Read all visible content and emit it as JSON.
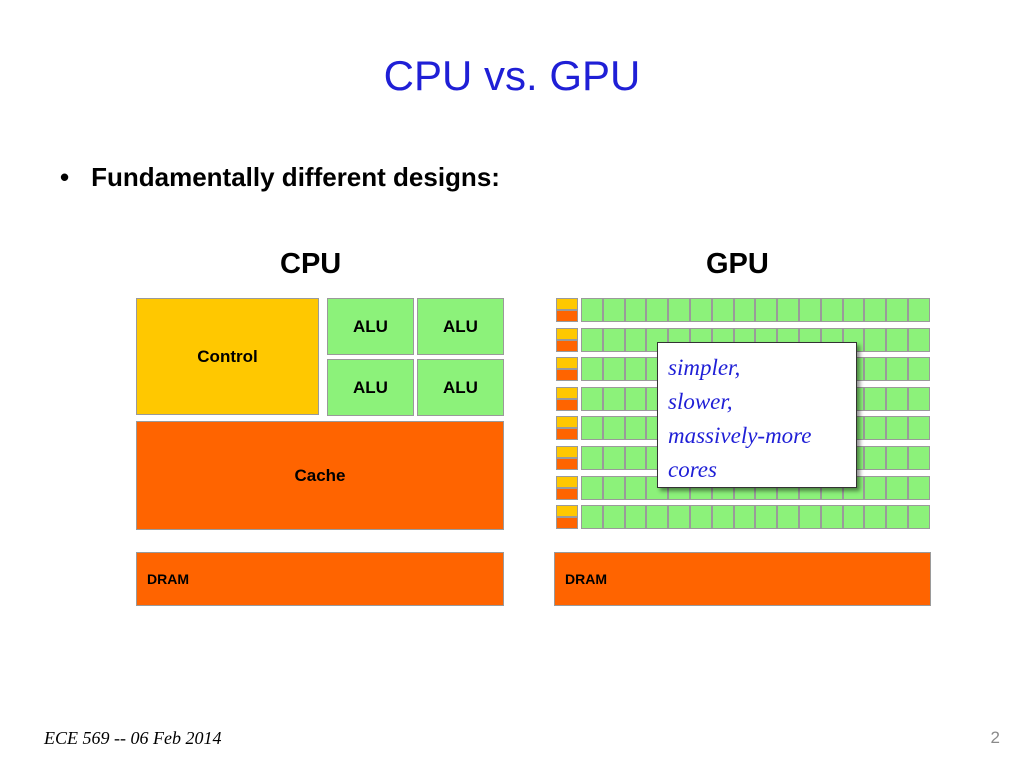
{
  "title": "CPU vs. GPU",
  "bullet": {
    "marker": "•",
    "text": "Fundamentally different designs:"
  },
  "cpu": {
    "label": "CPU",
    "control": "Control",
    "alus": [
      "ALU",
      "ALU",
      "ALU",
      "ALU"
    ],
    "cache": "Cache",
    "dram": "DRAM"
  },
  "gpu": {
    "label": "GPU",
    "rows": 8,
    "cores_per_row": 16,
    "dram": "DRAM",
    "callout_lines": [
      "simpler,",
      "slower,",
      "massively-more",
      "cores"
    ]
  },
  "colors": {
    "title": "#1f1fd6",
    "control": "#ffc800",
    "alu": "#8cf27a",
    "cache_dram": "#ff6400",
    "callout_text": "#1f1fd6"
  },
  "footer": {
    "left": "ECE 569  --  06 Feb 2014",
    "page_number": "2"
  }
}
